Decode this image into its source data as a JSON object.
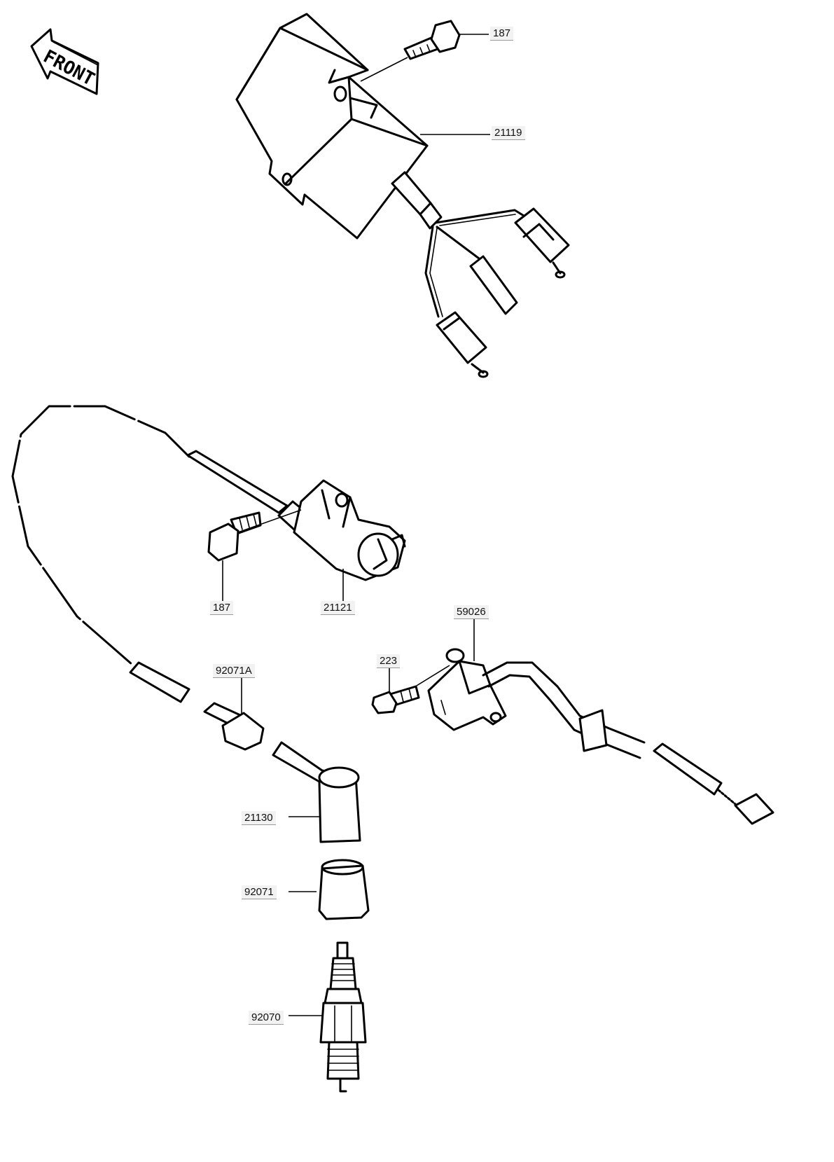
{
  "orientation": {
    "front_label": "FRONT",
    "icon": "front-arrow-icon"
  },
  "labels": {
    "bolt_top": "187",
    "cdi_unit": "21119",
    "ignition_coil": "21121",
    "bolt_coil": "187",
    "pickup_coil": "59026",
    "screw_pickup": "223",
    "cap_seal": "92071A",
    "plug_cap": "21130",
    "plug_cap_seal": "92071",
    "spark_plug": "92070"
  },
  "colors": {
    "line": "#000000",
    "label_background": "#f2f2f2"
  }
}
